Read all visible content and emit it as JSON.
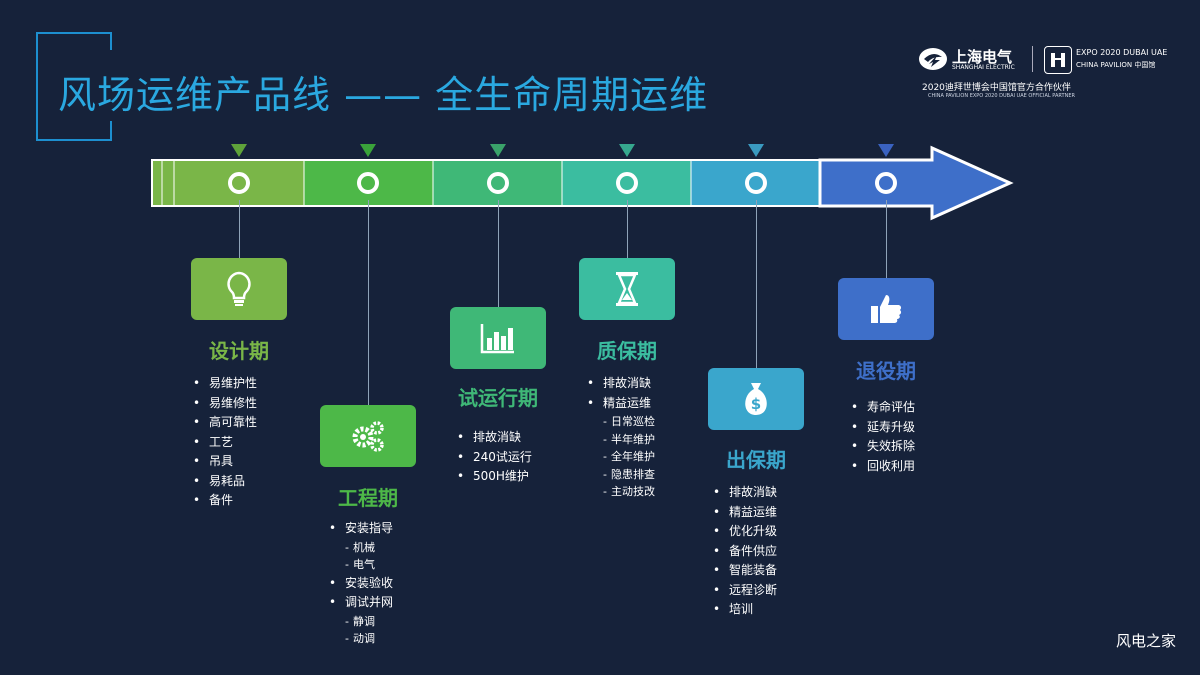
{
  "title": "风场运维产品线 —— 全生命周期运维",
  "brand": {
    "name": "上海电气",
    "name_en": "SHANGHAI ELECTRIC",
    "expo_line1": "EXPO 2020 DUBAI UAE",
    "expo_line2": "CHINA PAVILION 中国馆",
    "partner_cn": "2020迪拜世博会中国馆官方合作伙伴",
    "partner_en": "CHINA PAVILION EXPO 2020 DUBAI UAE OFFICIAL PARTNER"
  },
  "colors": {
    "accent": "#2aa8e0",
    "seg1": "#7ab648",
    "seg2": "#4db848",
    "seg3": "#3fb877",
    "seg4": "#3bbda0",
    "seg5": "#3aa6cc",
    "seg6": "#3e6fc9"
  },
  "stages": [
    {
      "title": "设计期",
      "icon": "lightbulb-icon",
      "color": "#7ab648",
      "items": [
        {
          "t": "易维护性"
        },
        {
          "t": "易维修性"
        },
        {
          "t": "高可靠性"
        },
        {
          "t": "工艺"
        },
        {
          "t": "吊具"
        },
        {
          "t": "易耗品"
        },
        {
          "t": "备件"
        }
      ]
    },
    {
      "title": "工程期",
      "icon": "gears-icon",
      "color": "#4db848",
      "items": [
        {
          "t": "安装指导"
        },
        {
          "t": "机械",
          "sub": true
        },
        {
          "t": "电气",
          "sub": true
        },
        {
          "t": "安装验收"
        },
        {
          "t": "调试并网"
        },
        {
          "t": "静调",
          "sub": true
        },
        {
          "t": "动调",
          "sub": true
        }
      ]
    },
    {
      "title": "试运行期",
      "icon": "bar-chart-icon",
      "color": "#3fb877",
      "items": [
        {
          "t": "排故消缺"
        },
        {
          "t": "240试运行"
        },
        {
          "t": "500H维护"
        }
      ]
    },
    {
      "title": "质保期",
      "icon": "hourglass-icon",
      "color": "#3bbda0",
      "items": [
        {
          "t": "排故消缺"
        },
        {
          "t": "精益运维"
        },
        {
          "t": "日常巡检",
          "sub": true
        },
        {
          "t": "半年维护",
          "sub": true
        },
        {
          "t": "全年维护",
          "sub": true
        },
        {
          "t": "隐患排查",
          "sub": true
        },
        {
          "t": "主动技改",
          "sub": true
        }
      ]
    },
    {
      "title": "出保期",
      "icon": "money-bag-icon",
      "color": "#3aa6cc",
      "items": [
        {
          "t": "排故消缺"
        },
        {
          "t": "精益运维"
        },
        {
          "t": "优化升级"
        },
        {
          "t": "备件供应"
        },
        {
          "t": "智能装备"
        },
        {
          "t": "远程诊断"
        },
        {
          "t": "培训"
        }
      ]
    },
    {
      "title": "退役期",
      "icon": "thumbs-up-icon",
      "color": "#3e6fc9",
      "items": [
        {
          "t": "寿命评估"
        },
        {
          "t": "延寿升级"
        },
        {
          "t": "失效拆除"
        },
        {
          "t": "回收利用"
        }
      ]
    }
  ],
  "watermark": "风电之家"
}
